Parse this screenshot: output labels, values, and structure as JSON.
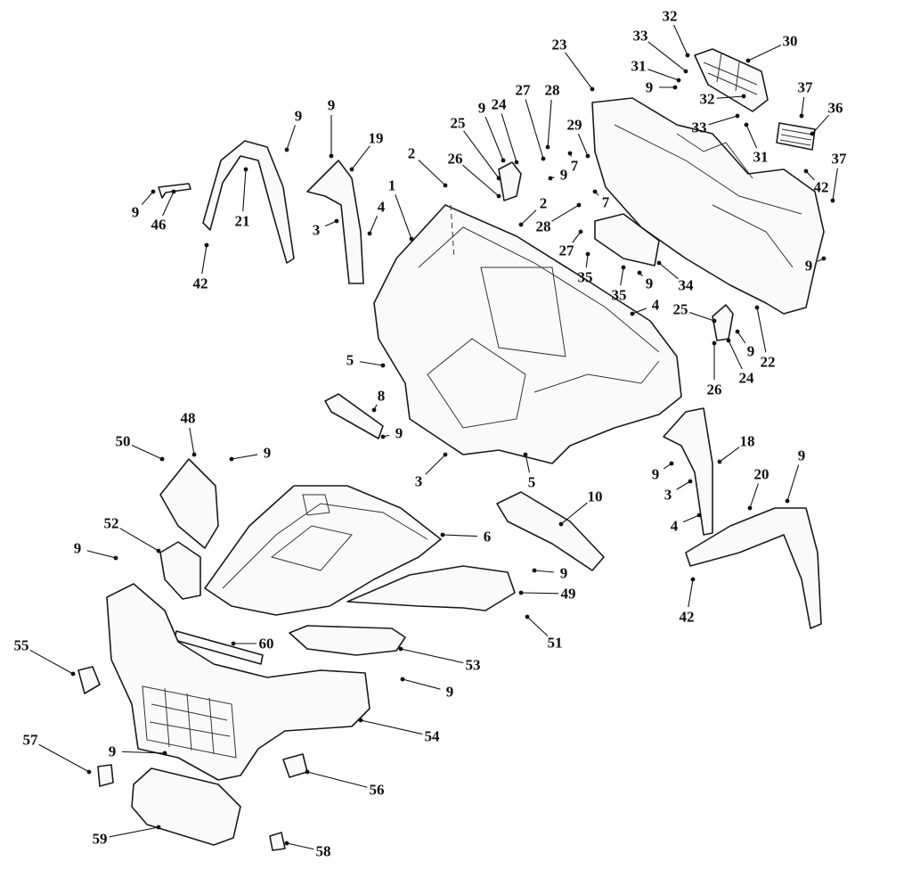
{
  "callouts": [
    {
      "id": "c-1",
      "label": "1"
    },
    {
      "id": "c-2a",
      "label": "2"
    },
    {
      "id": "c-2b",
      "label": "2"
    },
    {
      "id": "c-3a",
      "label": "3"
    },
    {
      "id": "c-3b",
      "label": "3"
    },
    {
      "id": "c-3c",
      "label": "3"
    },
    {
      "id": "c-4a",
      "label": "4"
    },
    {
      "id": "c-4b",
      "label": "4"
    },
    {
      "id": "c-4c",
      "label": "4"
    },
    {
      "id": "c-5a",
      "label": "5"
    },
    {
      "id": "c-5b",
      "label": "5"
    },
    {
      "id": "c-6",
      "label": "6"
    },
    {
      "id": "c-7a",
      "label": "7"
    },
    {
      "id": "c-7b",
      "label": "7"
    },
    {
      "id": "c-8",
      "label": "8"
    },
    {
      "id": "c-9a",
      "label": "9"
    },
    {
      "id": "c-9b",
      "label": "9"
    },
    {
      "id": "c-9c",
      "label": "9"
    },
    {
      "id": "c-9d",
      "label": "9"
    },
    {
      "id": "c-9e",
      "label": "9"
    },
    {
      "id": "c-9f",
      "label": "9"
    },
    {
      "id": "c-9g",
      "label": "9"
    },
    {
      "id": "c-9h",
      "label": "9"
    },
    {
      "id": "c-9i",
      "label": "9"
    },
    {
      "id": "c-9j",
      "label": "9"
    },
    {
      "id": "c-9k",
      "label": "9"
    },
    {
      "id": "c-9l",
      "label": "9"
    },
    {
      "id": "c-9m",
      "label": "9"
    },
    {
      "id": "c-9n",
      "label": "9"
    },
    {
      "id": "c-9o",
      "label": "9"
    },
    {
      "id": "c-9p",
      "label": "9"
    },
    {
      "id": "c-9q",
      "label": "9"
    },
    {
      "id": "c-10",
      "label": "10"
    },
    {
      "id": "c-18",
      "label": "18"
    },
    {
      "id": "c-19",
      "label": "19"
    },
    {
      "id": "c-20",
      "label": "20"
    },
    {
      "id": "c-21",
      "label": "21"
    },
    {
      "id": "c-22",
      "label": "22"
    },
    {
      "id": "c-23",
      "label": "23"
    },
    {
      "id": "c-24a",
      "label": "24"
    },
    {
      "id": "c-24b",
      "label": "24"
    },
    {
      "id": "c-25a",
      "label": "25"
    },
    {
      "id": "c-25b",
      "label": "25"
    },
    {
      "id": "c-26a",
      "label": "26"
    },
    {
      "id": "c-26b",
      "label": "26"
    },
    {
      "id": "c-27a",
      "label": "27"
    },
    {
      "id": "c-27b",
      "label": "27"
    },
    {
      "id": "c-28a",
      "label": "28"
    },
    {
      "id": "c-28b",
      "label": "28"
    },
    {
      "id": "c-29",
      "label": "29"
    },
    {
      "id": "c-30",
      "label": "30"
    },
    {
      "id": "c-31a",
      "label": "31"
    },
    {
      "id": "c-31b",
      "label": "31"
    },
    {
      "id": "c-32a",
      "label": "32"
    },
    {
      "id": "c-32b",
      "label": "32"
    },
    {
      "id": "c-33a",
      "label": "33"
    },
    {
      "id": "c-33b",
      "label": "33"
    },
    {
      "id": "c-34",
      "label": "34"
    },
    {
      "id": "c-35a",
      "label": "35"
    },
    {
      "id": "c-35b",
      "label": "35"
    },
    {
      "id": "c-36",
      "label": "36"
    },
    {
      "id": "c-37a",
      "label": "37"
    },
    {
      "id": "c-37b",
      "label": "37"
    },
    {
      "id": "c-42a",
      "label": "42"
    },
    {
      "id": "c-42b",
      "label": "42"
    },
    {
      "id": "c-42c",
      "label": "42"
    },
    {
      "id": "c-46",
      "label": "46"
    },
    {
      "id": "c-48",
      "label": "48"
    },
    {
      "id": "c-49",
      "label": "49"
    },
    {
      "id": "c-50",
      "label": "50"
    },
    {
      "id": "c-51",
      "label": "51"
    },
    {
      "id": "c-52",
      "label": "52"
    },
    {
      "id": "c-53",
      "label": "53"
    },
    {
      "id": "c-54",
      "label": "54"
    },
    {
      "id": "c-55",
      "label": "55"
    },
    {
      "id": "c-56",
      "label": "56"
    },
    {
      "id": "c-57",
      "label": "57"
    },
    {
      "id": "c-58",
      "label": "58"
    },
    {
      "id": "c-59",
      "label": "59"
    },
    {
      "id": "c-60",
      "label": "60"
    }
  ]
}
